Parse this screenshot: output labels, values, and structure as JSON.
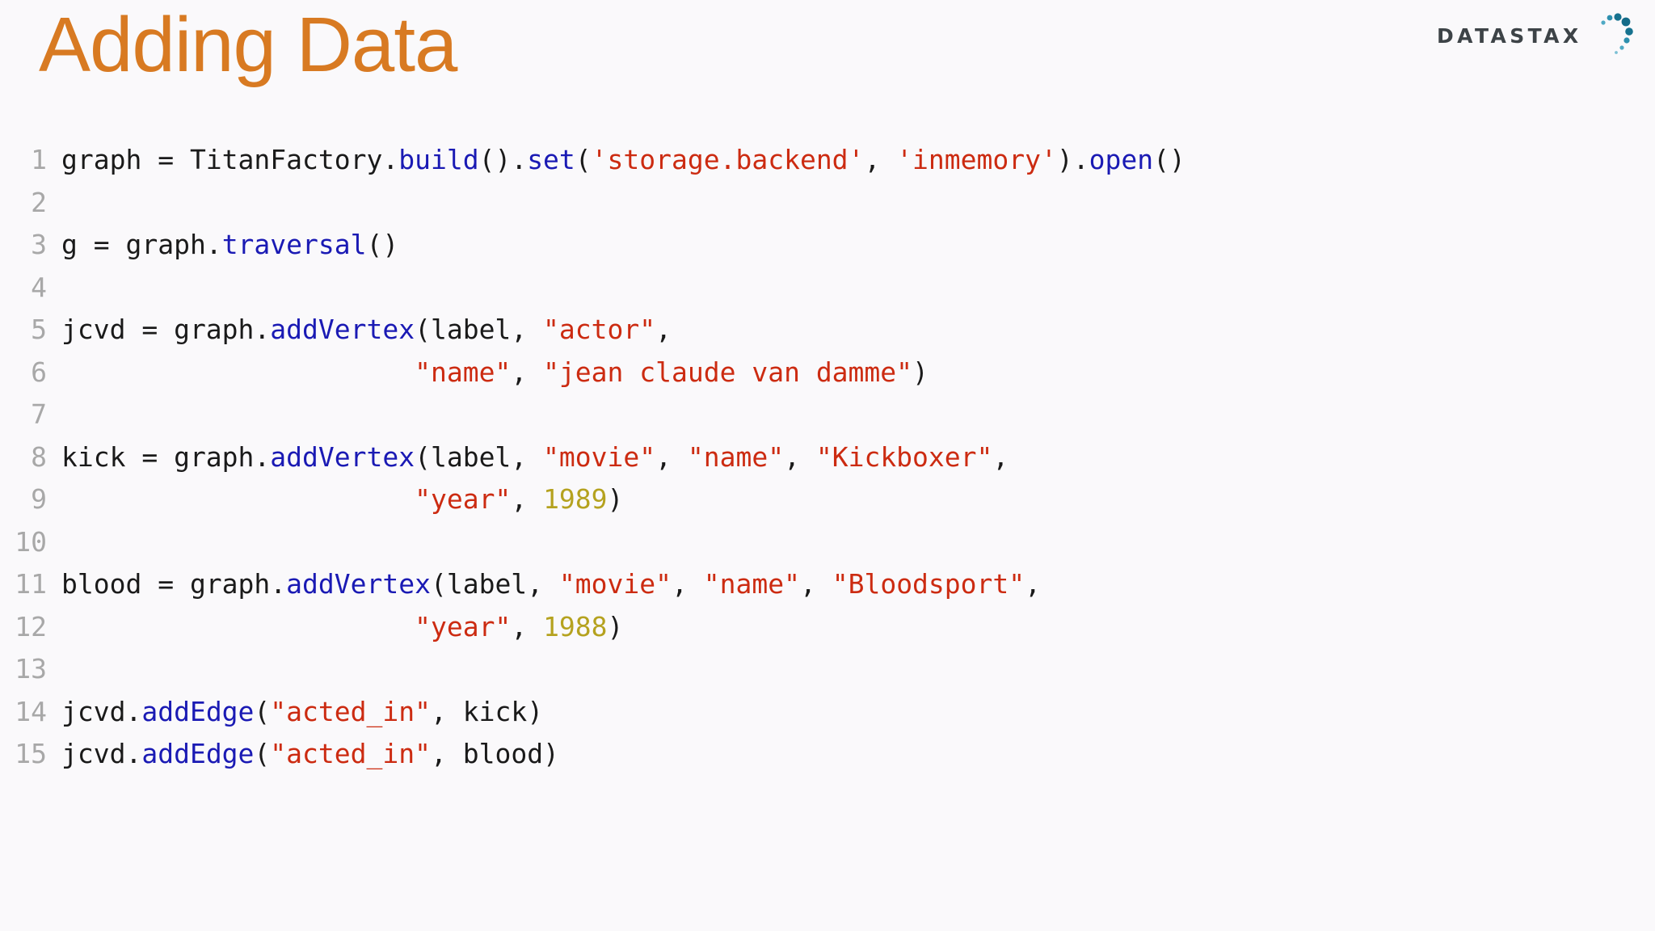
{
  "slide": {
    "title": "Adding Data",
    "title_color": "#d87a22",
    "background_color": "#faf9fb"
  },
  "logo": {
    "wordmark": "DATASTAX",
    "wordmark_color": "#3d4347",
    "dot_color": "#1b7f9e",
    "name": "datastax-logo"
  },
  "code": {
    "language": "groovy",
    "colors": {
      "plain": "#1a1a1a",
      "method": "#1a1ab4",
      "string": "#cc2b11",
      "number": "#b5a21f",
      "line_number": "#a8a8a8"
    },
    "lines": [
      {
        "number": "1",
        "text": "graph = TitanFactory.build().set('storage.backend', 'inmemory').open()",
        "tokens": [
          {
            "t": "graph = TitanFactory.",
            "c": "plain"
          },
          {
            "t": "build",
            "c": "method"
          },
          {
            "t": "().",
            "c": "plain"
          },
          {
            "t": "set",
            "c": "method"
          },
          {
            "t": "(",
            "c": "plain"
          },
          {
            "t": "'storage.backend'",
            "c": "string"
          },
          {
            "t": ", ",
            "c": "plain"
          },
          {
            "t": "'inmemory'",
            "c": "string"
          },
          {
            "t": ").",
            "c": "plain"
          },
          {
            "t": "open",
            "c": "method"
          },
          {
            "t": "()",
            "c": "plain"
          }
        ]
      },
      {
        "number": "2",
        "text": "",
        "tokens": []
      },
      {
        "number": "3",
        "text": "g = graph.traversal()",
        "tokens": [
          {
            "t": "g = graph.",
            "c": "plain"
          },
          {
            "t": "traversal",
            "c": "method"
          },
          {
            "t": "()",
            "c": "plain"
          }
        ]
      },
      {
        "number": "4",
        "text": "",
        "tokens": []
      },
      {
        "number": "5",
        "text": "jcvd = graph.addVertex(label, \"actor\",",
        "tokens": [
          {
            "t": "jcvd = graph.",
            "c": "plain"
          },
          {
            "t": "addVertex",
            "c": "method"
          },
          {
            "t": "(label, ",
            "c": "plain"
          },
          {
            "t": "\"actor\"",
            "c": "string"
          },
          {
            "t": ",",
            "c": "plain"
          }
        ]
      },
      {
        "number": "6",
        "text": "                      \"name\", \"jean claude van damme\")",
        "tokens": [
          {
            "t": "                      ",
            "c": "plain"
          },
          {
            "t": "\"name\"",
            "c": "string"
          },
          {
            "t": ", ",
            "c": "plain"
          },
          {
            "t": "\"jean claude van damme\"",
            "c": "string"
          },
          {
            "t": ")",
            "c": "plain"
          }
        ]
      },
      {
        "number": "7",
        "text": "",
        "tokens": []
      },
      {
        "number": "8",
        "text": "kick = graph.addVertex(label, \"movie\", \"name\", \"Kickboxer\",",
        "tokens": [
          {
            "t": "kick = graph.",
            "c": "plain"
          },
          {
            "t": "addVertex",
            "c": "method"
          },
          {
            "t": "(label, ",
            "c": "plain"
          },
          {
            "t": "\"movie\"",
            "c": "string"
          },
          {
            "t": ", ",
            "c": "plain"
          },
          {
            "t": "\"name\"",
            "c": "string"
          },
          {
            "t": ", ",
            "c": "plain"
          },
          {
            "t": "\"Kickboxer\"",
            "c": "string"
          },
          {
            "t": ",",
            "c": "plain"
          }
        ]
      },
      {
        "number": "9",
        "text": "                      \"year\", 1989)",
        "tokens": [
          {
            "t": "                      ",
            "c": "plain"
          },
          {
            "t": "\"year\"",
            "c": "string"
          },
          {
            "t": ", ",
            "c": "plain"
          },
          {
            "t": "1989",
            "c": "number"
          },
          {
            "t": ")",
            "c": "plain"
          }
        ]
      },
      {
        "number": "10",
        "text": "",
        "tokens": []
      },
      {
        "number": "11",
        "text": "blood = graph.addVertex(label, \"movie\", \"name\", \"Bloodsport\",",
        "tokens": [
          {
            "t": "blood = graph.",
            "c": "plain"
          },
          {
            "t": "addVertex",
            "c": "method"
          },
          {
            "t": "(label, ",
            "c": "plain"
          },
          {
            "t": "\"movie\"",
            "c": "string"
          },
          {
            "t": ", ",
            "c": "plain"
          },
          {
            "t": "\"name\"",
            "c": "string"
          },
          {
            "t": ", ",
            "c": "plain"
          },
          {
            "t": "\"Bloodsport\"",
            "c": "string"
          },
          {
            "t": ",",
            "c": "plain"
          }
        ]
      },
      {
        "number": "12",
        "text": "                      \"year\", 1988)",
        "tokens": [
          {
            "t": "                      ",
            "c": "plain"
          },
          {
            "t": "\"year\"",
            "c": "string"
          },
          {
            "t": ", ",
            "c": "plain"
          },
          {
            "t": "1988",
            "c": "number"
          },
          {
            "t": ")",
            "c": "plain"
          }
        ]
      },
      {
        "number": "13",
        "text": "",
        "tokens": []
      },
      {
        "number": "14",
        "text": "jcvd.addEdge(\"acted_in\", kick)",
        "tokens": [
          {
            "t": "jcvd.",
            "c": "plain"
          },
          {
            "t": "addEdge",
            "c": "method"
          },
          {
            "t": "(",
            "c": "plain"
          },
          {
            "t": "\"acted_in\"",
            "c": "string"
          },
          {
            "t": ", kick)",
            "c": "plain"
          }
        ]
      },
      {
        "number": "15",
        "text": "jcvd.addEdge(\"acted_in\", blood)",
        "tokens": [
          {
            "t": "jcvd.",
            "c": "plain"
          },
          {
            "t": "addEdge",
            "c": "method"
          },
          {
            "t": "(",
            "c": "plain"
          },
          {
            "t": "\"acted_in\"",
            "c": "string"
          },
          {
            "t": ", blood)",
            "c": "plain"
          }
        ]
      }
    ]
  }
}
